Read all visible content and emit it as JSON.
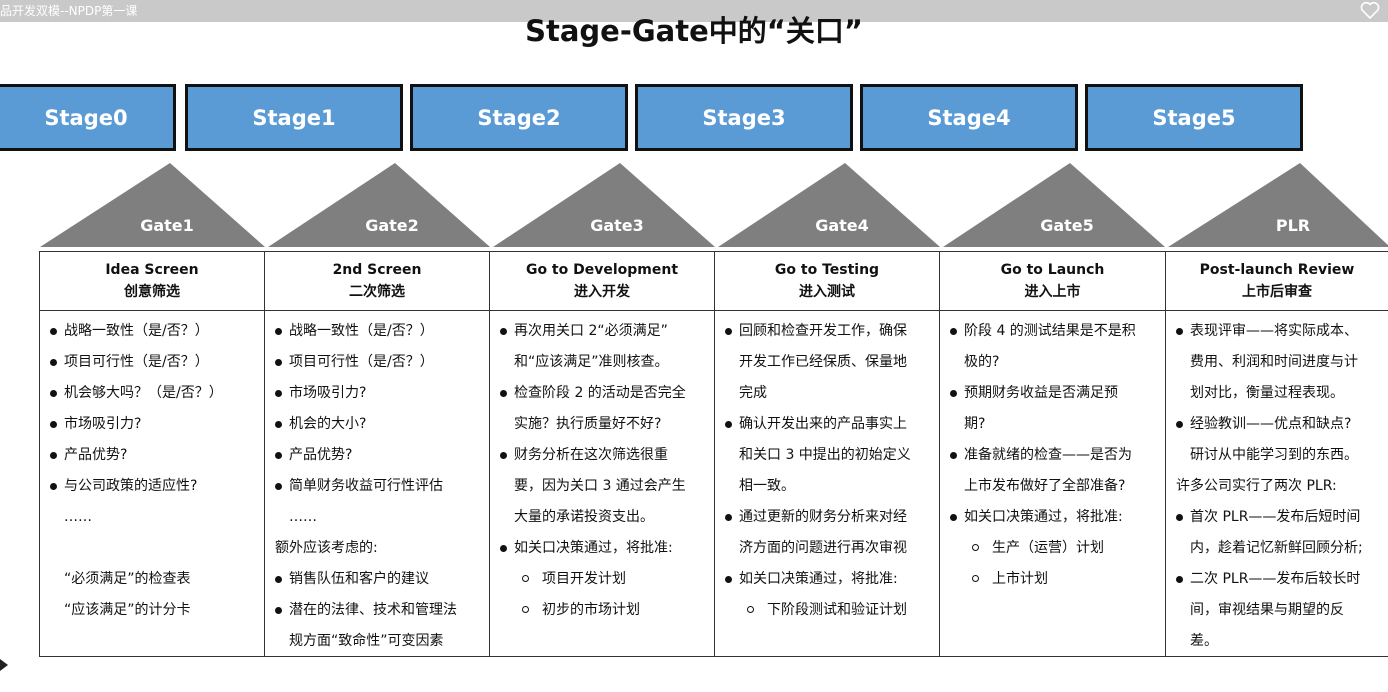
{
  "window": {
    "tab_title": "品开发双模--NPDP第一课"
  },
  "slide": {
    "title": "Stage-Gate中的“关口”",
    "stages": [
      "Stage0",
      "Stage1",
      "Stage2",
      "Stage3",
      "Stage4",
      "Stage5"
    ],
    "gates": [
      "Gate1",
      "Gate2",
      "Gate3",
      "Gate4",
      "Gate5",
      "PLR"
    ],
    "columns": [
      {
        "title_en": "Idea Screen",
        "title_cn": "创意筛选",
        "lines": [
          {
            "type": "bullet",
            "text": "战略一致性（是/否？）"
          },
          {
            "type": "bullet",
            "text": "项目可行性（是/否？）"
          },
          {
            "type": "bullet",
            "text": "机会够大吗？（是/否？）"
          },
          {
            "type": "bullet",
            "text": "市场吸引力?"
          },
          {
            "type": "bullet",
            "text": "产品优势?"
          },
          {
            "type": "bullet",
            "text": "与公司政策的适应性?"
          },
          {
            "type": "indent",
            "text": "……"
          },
          {
            "type": "blank",
            "text": ""
          },
          {
            "type": "indent",
            "text": "“必须满足”的检查表"
          },
          {
            "type": "indent",
            "text": "“应该满足”的计分卡"
          }
        ]
      },
      {
        "title_en": "2nd Screen",
        "title_cn": "二次筛选",
        "lines": [
          {
            "type": "bullet",
            "text": "战略一致性（是/否？）"
          },
          {
            "type": "bullet",
            "text": "项目可行性（是/否？）"
          },
          {
            "type": "bullet",
            "text": "市场吸引力?"
          },
          {
            "type": "bullet",
            "text": "机会的大小?"
          },
          {
            "type": "bullet",
            "text": "产品优势?"
          },
          {
            "type": "bullet",
            "text": "简单财务收益可行性评估"
          },
          {
            "type": "indent",
            "text": "……"
          },
          {
            "type": "plain",
            "text": "额外应该考虑的:"
          },
          {
            "type": "bullet",
            "text": "销售队伍和客户的建议"
          },
          {
            "type": "bullet",
            "text": "潜在的法律、技术和管理法"
          },
          {
            "type": "indent",
            "text": "规方面“致命性”可变因素"
          }
        ]
      },
      {
        "title_en": "Go to Development",
        "title_cn": "进入开发",
        "lines": [
          {
            "type": "bullet",
            "text": "再次用关口 2“必须满足”"
          },
          {
            "type": "indent",
            "text": "和“应该满足”准则核查。"
          },
          {
            "type": "bullet",
            "text": "检查阶段 2 的活动是否完全"
          },
          {
            "type": "indent",
            "text": "实施？执行质量好不好?"
          },
          {
            "type": "bullet",
            "text": "财务分析在这次筛选很重"
          },
          {
            "type": "indent",
            "text": "要，因为关口 3 通过会产生"
          },
          {
            "type": "indent",
            "text": "大量的承诺投资支出。"
          },
          {
            "type": "bullet",
            "text": "如关口决策通过，将批准:"
          },
          {
            "type": "sub",
            "text": "项目开发计划"
          },
          {
            "type": "sub",
            "text": "初步的市场计划"
          }
        ]
      },
      {
        "title_en": "Go to Testing",
        "title_cn": "进入测试",
        "lines": [
          {
            "type": "bullet",
            "text": "回顾和检查开发工作，确保"
          },
          {
            "type": "indent",
            "text": "开发工作已经保质、保量地"
          },
          {
            "type": "indent",
            "text": "完成"
          },
          {
            "type": "bullet",
            "text": "确认开发出来的产品事实上"
          },
          {
            "type": "indent",
            "text": "和关口 3 中提出的初始定义"
          },
          {
            "type": "indent",
            "text": "相一致。"
          },
          {
            "type": "bullet",
            "text": "通过更新的财务分析来对经"
          },
          {
            "type": "indent",
            "text": "济方面的问题进行再次审视"
          },
          {
            "type": "bullet",
            "text": "如关口决策通过，将批准:"
          },
          {
            "type": "sub",
            "text": "下阶段测试和验证计划"
          }
        ]
      },
      {
        "title_en": "Go to Launch",
        "title_cn": "进入上市",
        "lines": [
          {
            "type": "bullet",
            "text": "阶段 4 的测试结果是不是积"
          },
          {
            "type": "indent",
            "text": "极的?"
          },
          {
            "type": "bullet",
            "text": "预期财务收益是否满足预"
          },
          {
            "type": "indent",
            "text": "期?"
          },
          {
            "type": "bullet",
            "text": "准备就绪的检查——是否为"
          },
          {
            "type": "indent",
            "text": "上市发布做好了全部准备?"
          },
          {
            "type": "bullet",
            "text": "如关口决策通过，将批准:"
          },
          {
            "type": "sub",
            "text": "生产（运营）计划"
          },
          {
            "type": "sub",
            "text": "上市计划"
          }
        ]
      },
      {
        "title_en": "Post-launch Review",
        "title_cn": "上市后审查",
        "lines": [
          {
            "type": "bullet",
            "text": "表现评审——将实际成本、"
          },
          {
            "type": "indent",
            "text": "费用、利润和时间进度与计"
          },
          {
            "type": "indent",
            "text": "划对比，衡量过程表现。"
          },
          {
            "type": "bullet",
            "text": "经验教训——优点和缺点?"
          },
          {
            "type": "indent",
            "text": "研讨从中能学习到的东西。"
          },
          {
            "type": "plain",
            "text": "许多公司实行了两次 PLR:"
          },
          {
            "type": "bullet",
            "text": "首次 PLR——发布后短时间"
          },
          {
            "type": "indent",
            "text": "内，趁着记忆新鲜回顾分析;"
          },
          {
            "type": "bullet",
            "text": "二次 PLR——发布后较长时"
          },
          {
            "type": "indent",
            "text": "间，审视结果与期望的反"
          },
          {
            "type": "indent",
            "text": "差。"
          }
        ]
      }
    ]
  },
  "colors": {
    "stage_blue": "#5b9bd5",
    "gate_gray": "#7f7f7f",
    "topbar": "#c9c9c9"
  },
  "icons": {
    "favorite": "heart-outline-icon",
    "play": "play-icon"
  }
}
